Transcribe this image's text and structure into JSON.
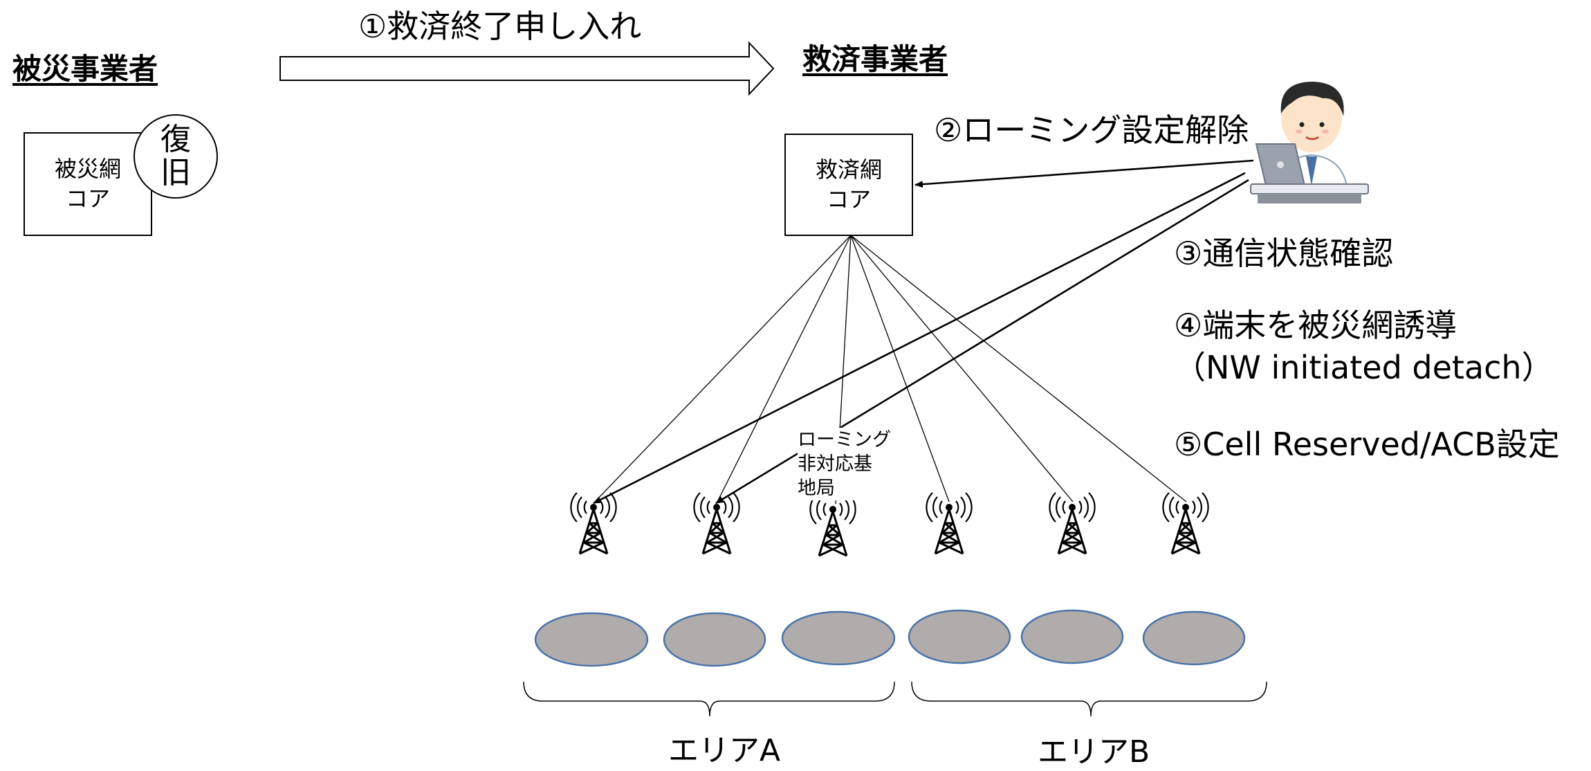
{
  "victim": {
    "title": "被災事業者",
    "core_line1": "被災網",
    "core_line2": "コア",
    "restore_line1": "復",
    "restore_line2": "旧"
  },
  "rescue": {
    "title": "救済事業者",
    "core_line1": "救済網",
    "core_line2": "コア"
  },
  "steps": {
    "s1": "①救済終了申し入れ",
    "s2": "②ローミング設定解除",
    "s3": "③通信状態確認",
    "s4_line1": "④端末を被災網誘導",
    "s4_line2": "（NW initiated detach）",
    "s5": "⑤Cell Reserved/ACB設定"
  },
  "non_roaming": {
    "line1": "ローミング",
    "line2": "非対応基",
    "line3": "地局"
  },
  "areas": {
    "a": "エリアA",
    "b": "エリアB"
  },
  "icons": {
    "tower": "antenna-tower-icon",
    "operator": "operator-at-laptop-icon"
  },
  "colors": {
    "cell_fill": "#b0acac",
    "cell_stroke": "#4a73a8",
    "line": "#000000",
    "skin": "#fde3c9",
    "hair": "#2a2a2a",
    "laptop": "#9aa2ad"
  }
}
